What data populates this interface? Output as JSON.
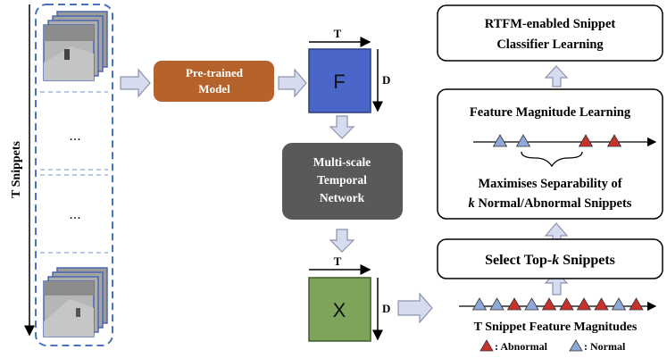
{
  "left_axis_label": "T Snippets",
  "ellipsis_top": "...",
  "ellipsis_bottom": "...",
  "pretrained_box": {
    "line1": "Pre-trained",
    "line2": "Model",
    "color": "#b5632a"
  },
  "feature_box": {
    "label": "F",
    "t_label": "T",
    "d_label": "D",
    "color": "#4a66c9"
  },
  "mtn_box": {
    "line1": "Multi-scale",
    "line2": "Temporal",
    "line3": "Network",
    "color": "#595959"
  },
  "output_box": {
    "label": "X",
    "t_label": "T",
    "d_label": "D",
    "color": "#7ea35a"
  },
  "rtfm_box": {
    "line1": "RTFM-enabled Snippet",
    "line2": "Classifier Learning"
  },
  "fml_box": {
    "title": "Feature Magnitude Learning",
    "sep_line1": "Maximises Separability of",
    "sep_k": "k",
    "sep_line2": " Normal/Abnormal Snippets"
  },
  "topk_box": {
    "prefix": "Select Top-",
    "k": "k",
    "suffix": " Snippets"
  },
  "magnitudes_label": "T Snippet Feature Magnitudes",
  "legend": {
    "abnormal": ": Abnormal",
    "normal": ": Normal"
  },
  "colors": {
    "normal": "#8ea8d8",
    "abnormal": "#c8322c",
    "arrow_fill": "#d6dcee",
    "arrow_stroke": "#8a93ad",
    "dash": "#4a72c4"
  },
  "magnitude_sequence": [
    "normal",
    "normal",
    "abnormal",
    "normal",
    "abnormal",
    "abnormal",
    "abnormal",
    "abnormal",
    "normal",
    "abnormal"
  ],
  "fml_sequence": [
    "normal",
    "normal",
    "abnormal",
    "abnormal"
  ]
}
